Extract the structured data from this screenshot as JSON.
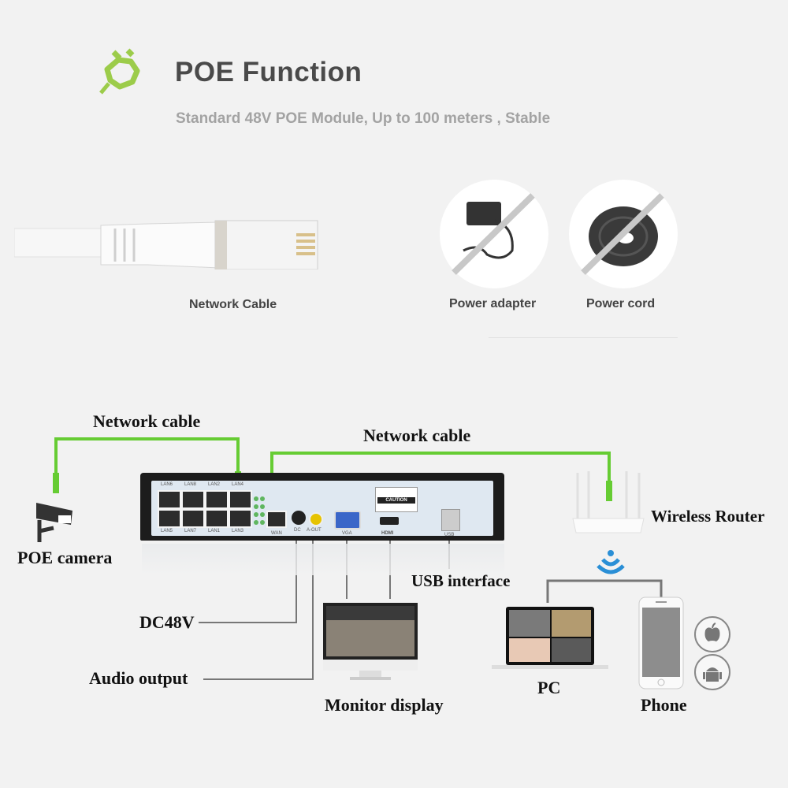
{
  "header": {
    "icon": "plug-icon",
    "title": "POE Function",
    "subtitle": "Standard 48V POE Module,  Up to 100 meters ,  Stable"
  },
  "comparison": {
    "network_cable_label": "Network Cable",
    "crossed_items": [
      {
        "label": "Power adapter",
        "icon": "power-adapter-icon"
      },
      {
        "label": "Power cord",
        "icon": "power-cord-icon"
      }
    ]
  },
  "diagram": {
    "cable_labels": [
      "Network cable",
      "Network cable"
    ],
    "devices": {
      "camera": "POE camera",
      "router": "Wireless Router",
      "usb": "USB interface",
      "dc": "DC48V",
      "audio": "Audio output",
      "monitor": "Monitor display",
      "pc": "PC",
      "phone": "Phone"
    },
    "nvr": {
      "lan_top": [
        "LAN6",
        "LAN8",
        "LAN2",
        "LAN4"
      ],
      "lan_bottom": [
        "LAN5",
        "LAN7",
        "LAN1",
        "LAN3"
      ],
      "ports": [
        "WAN",
        "DC",
        "A-OUT",
        "VGA",
        "HDMI",
        "USB"
      ],
      "caution": "CAUTION"
    },
    "colors": {
      "cable_green": "#66cc33",
      "accent_green": "#9ccc4a",
      "line_gray": "#777777"
    }
  }
}
